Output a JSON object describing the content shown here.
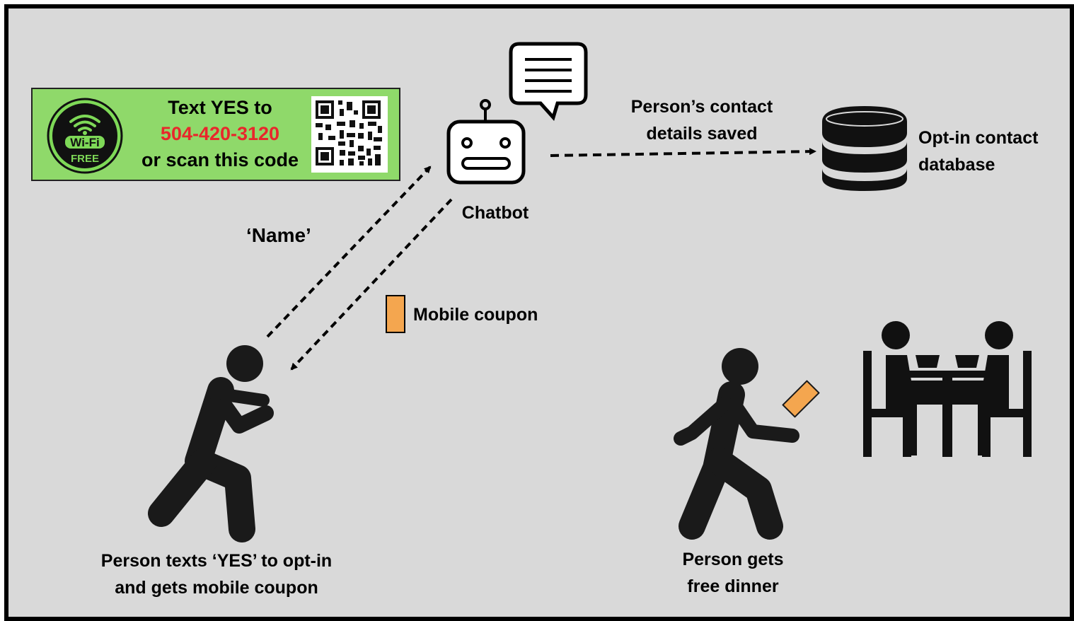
{
  "colors": {
    "background": "#d9d9d9",
    "border": "#000000",
    "banner_bg": "#8fd96a",
    "phone_red": "#e8272b",
    "coupon_orange": "#f4a64f",
    "wifi_green": "#7ed957"
  },
  "banner": {
    "line1": "Text YES to",
    "phone": "504-420-3120",
    "line3": "or scan this code",
    "wifi_badge": {
      "wifi": "Wi-Fi",
      "free": "FREE",
      "icon": "wifi-icon"
    },
    "qr_icon": "qr-code-icon"
  },
  "chatbot": {
    "label": "Chatbot",
    "icon": "robot-icon",
    "bubble_icon": "speech-bubble-icon"
  },
  "save_arrow": {
    "line1": "Person’s contact",
    "line2": "details saved"
  },
  "database": {
    "line1": "Opt-in contact",
    "line2": "database",
    "icon": "database-icon"
  },
  "name_message": "‘Name’",
  "coupon": {
    "label": "Mobile coupon",
    "icon": "coupon-icon"
  },
  "person_texting": {
    "line1": "Person texts ‘YES’ to opt-in",
    "line2": "and gets mobile coupon",
    "icon": "person-texting-icon"
  },
  "person_dinner": {
    "line1": "Person gets",
    "line2": "free dinner",
    "icon": "person-walking-icon"
  },
  "dining": {
    "icon": "dining-table-icon"
  }
}
